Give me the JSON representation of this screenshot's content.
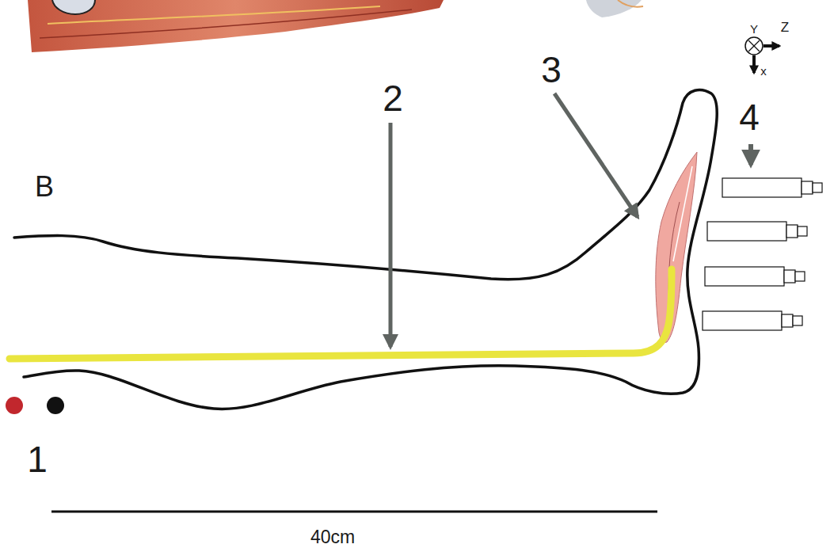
{
  "diagram": {
    "labels": [
      "Y",
      "Z",
      "x",
      "3",
      "2",
      "4",
      "B",
      "1",
      "40cm"
    ]
  }
}
